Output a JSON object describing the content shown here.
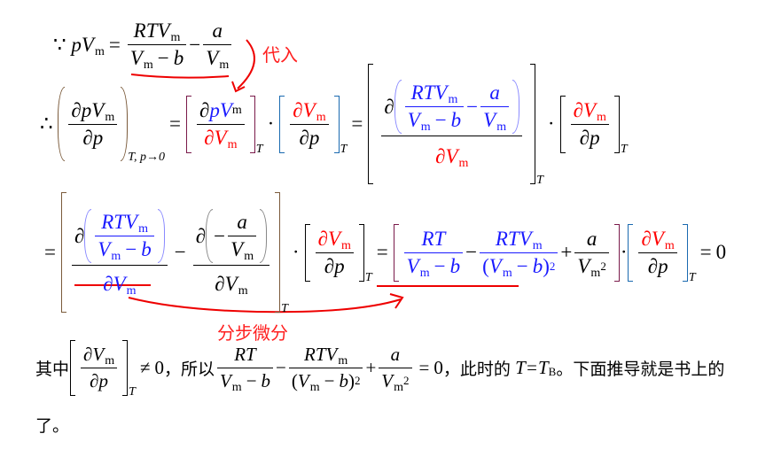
{
  "sym": {
    "because": "∵",
    "therefore": "∴",
    "eq": "=",
    "minus": "−",
    "plus": "+",
    "dot": "·",
    "partial": "∂",
    "neq": "≠",
    "zero": "0"
  },
  "v": {
    "p": "p",
    "V": "V",
    "m": "m",
    "a": "a",
    "b": "b",
    "RT": "RT",
    "RTV": "RTV",
    "sq": "2",
    "T": "T",
    "Tp0": "T, p→0",
    "lp": "(",
    "rp": ")",
    "B": "B"
  },
  "annotations": {
    "substitute": "代入",
    "stepwise": "分步微分"
  },
  "text": {
    "qizhong": "其中",
    "suoyi": "，所以",
    "cishi": "，此时的",
    "T_eq": "T=T",
    "rest": "。下面推导就是书上的",
    "last": "了。"
  },
  "colors": {
    "red": "#ff0000",
    "blue": "#1a1aff"
  }
}
